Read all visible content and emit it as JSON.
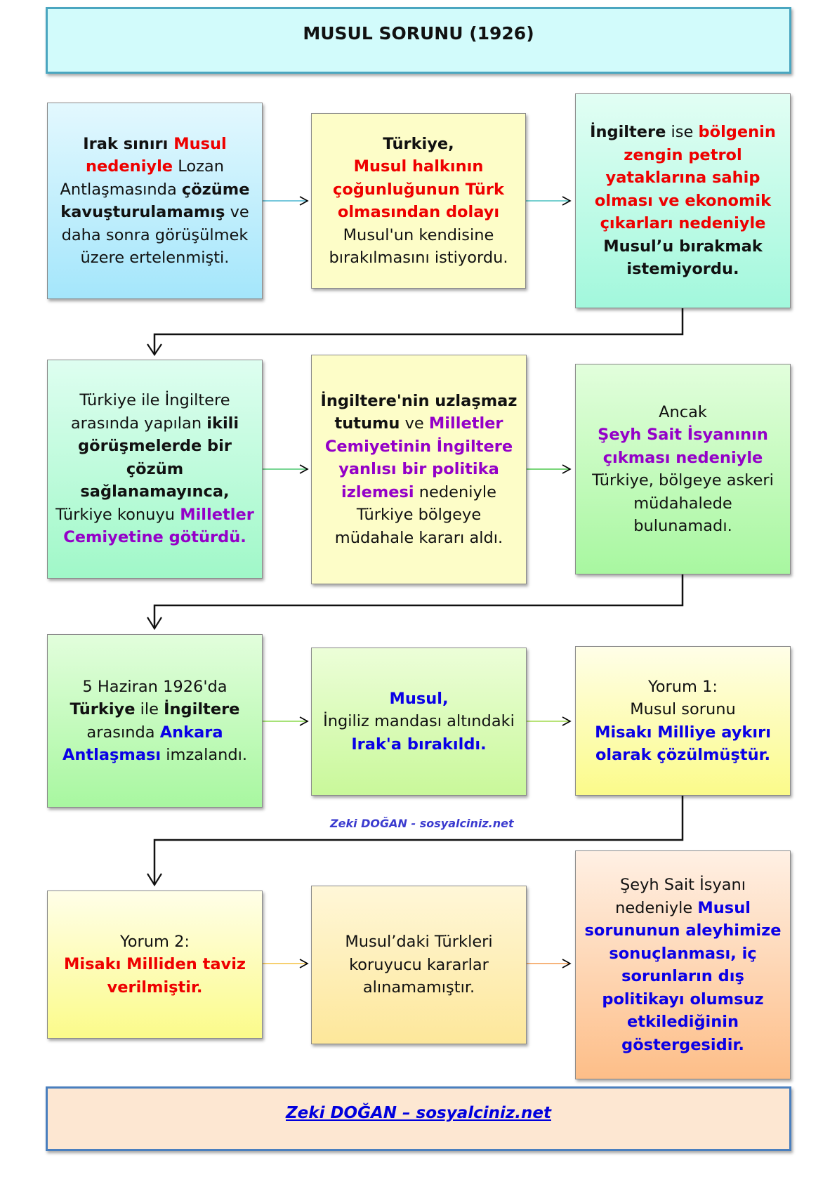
{
  "title": "MUSUL SORUNU (1926)",
  "watermark": "Zeki DOĞAN - sosyalciniz.net",
  "footer": "Zeki DOĞAN – sosyalciniz.net",
  "colors": {
    "red": "#ee0000",
    "purple": "#9400c8",
    "blue": "#0a00e6"
  },
  "rows": [
    {
      "boxes": [
        {
          "segments": [
            {
              "t": "Irak sınırı ",
              "s": "b"
            },
            {
              "t": "Musul nedeniyle",
              "s": "red"
            },
            {
              "t": " Lozan Antlaşmasında ",
              "s": ""
            },
            {
              "t": "çözüme kavuşturulamamış",
              "s": "b"
            },
            {
              "t": " ve daha sonra görüşülmek üzere ertelenmişti.",
              "s": ""
            }
          ]
        },
        {
          "segments": [
            {
              "t": "Türkiye,",
              "s": "b"
            },
            {
              "t": "\n",
              "s": "br"
            },
            {
              "t": "Musul halkının çoğunluğunun Türk olmasından dolayı",
              "s": "red"
            },
            {
              "t": " Musul'un kendisine bırakılmasını istiyordu.",
              "s": ""
            }
          ]
        },
        {
          "segments": [
            {
              "t": "İngiltere",
              "s": "b"
            },
            {
              "t": " ise ",
              "s": ""
            },
            {
              "t": "bölgenin zengin petrol yataklarına sahip olması ve ekonomik çıkarları nedeniyle",
              "s": "red"
            },
            {
              "t": " Musul’u bırakmak istemiyordu.",
              "s": "b"
            }
          ]
        }
      ]
    },
    {
      "boxes": [
        {
          "segments": [
            {
              "t": "Türkiye ile İngiltere arasında yapılan ",
              "s": ""
            },
            {
              "t": "ikili görüşmelerde bir çözüm sağlanamayınca,",
              "s": "b"
            },
            {
              "t": " Türkiye konuyu ",
              "s": ""
            },
            {
              "t": "Milletler Cemiyetine götürdü.",
              "s": "purple"
            }
          ]
        },
        {
          "segments": [
            {
              "t": "İngiltere'nin uzlaşmaz tutumu",
              "s": "b"
            },
            {
              "t": " ve ",
              "s": ""
            },
            {
              "t": "Milletler Cemiyetinin İngiltere yanlısı bir politika izlemesi",
              "s": "purple"
            },
            {
              "t": " nedeniyle Türkiye bölgeye müdahale kararı aldı.",
              "s": ""
            }
          ]
        },
        {
          "segments": [
            {
              "t": "Ancak",
              "s": ""
            },
            {
              "t": "\n",
              "s": "br"
            },
            {
              "t": "Şeyh Sait İsyanının çıkması nedeniyle",
              "s": "purple"
            },
            {
              "t": " Türkiye, bölgeye askeri müdahalede bulunamadı.",
              "s": ""
            }
          ]
        }
      ]
    },
    {
      "boxes": [
        {
          "segments": [
            {
              "t": "5 Haziran 1926'da ",
              "s": ""
            },
            {
              "t": "Türkiye",
              "s": "b"
            },
            {
              "t": " ile ",
              "s": ""
            },
            {
              "t": "İngiltere",
              "s": "b"
            },
            {
              "t": " arasında ",
              "s": ""
            },
            {
              "t": "Ankara Antlaşması",
              "s": "blue"
            },
            {
              "t": " imzalandı.",
              "s": ""
            }
          ]
        },
        {
          "segments": [
            {
              "t": "Musul,",
              "s": "blue"
            },
            {
              "t": "\n",
              "s": "br"
            },
            {
              "t": "İngiliz mandası altındaki ",
              "s": ""
            },
            {
              "t": "Irak'a bırakıldı.",
              "s": "blue"
            }
          ]
        },
        {
          "segments": [
            {
              "t": "Yorum 1:",
              "s": ""
            },
            {
              "t": "\n",
              "s": "br"
            },
            {
              "t": "Musul sorunu",
              "s": ""
            },
            {
              "t": "\n",
              "s": "br"
            },
            {
              "t": "Misakı Milliye aykırı olarak çözülmüştür.",
              "s": "blue"
            }
          ]
        }
      ]
    },
    {
      "boxes": [
        {
          "segments": [
            {
              "t": "Yorum 2:",
              "s": ""
            },
            {
              "t": "\n",
              "s": "br"
            },
            {
              "t": "Misakı Milliden taviz verilmiştir.",
              "s": "red"
            }
          ]
        },
        {
          "segments": [
            {
              "t": "Musul’daki Türkleri koruyucu kararlar alınamamıştır.",
              "s": ""
            }
          ]
        },
        {
          "segments": [
            {
              "t": "Şeyh Sait İsyanı nedeniyle ",
              "s": ""
            },
            {
              "t": "Musul sorununun aleyhimize sonuçlanması, iç sorunların dış politikayı olumsuz etkilediğinin göstergesidir.",
              "s": "blue"
            }
          ]
        }
      ]
    }
  ]
}
